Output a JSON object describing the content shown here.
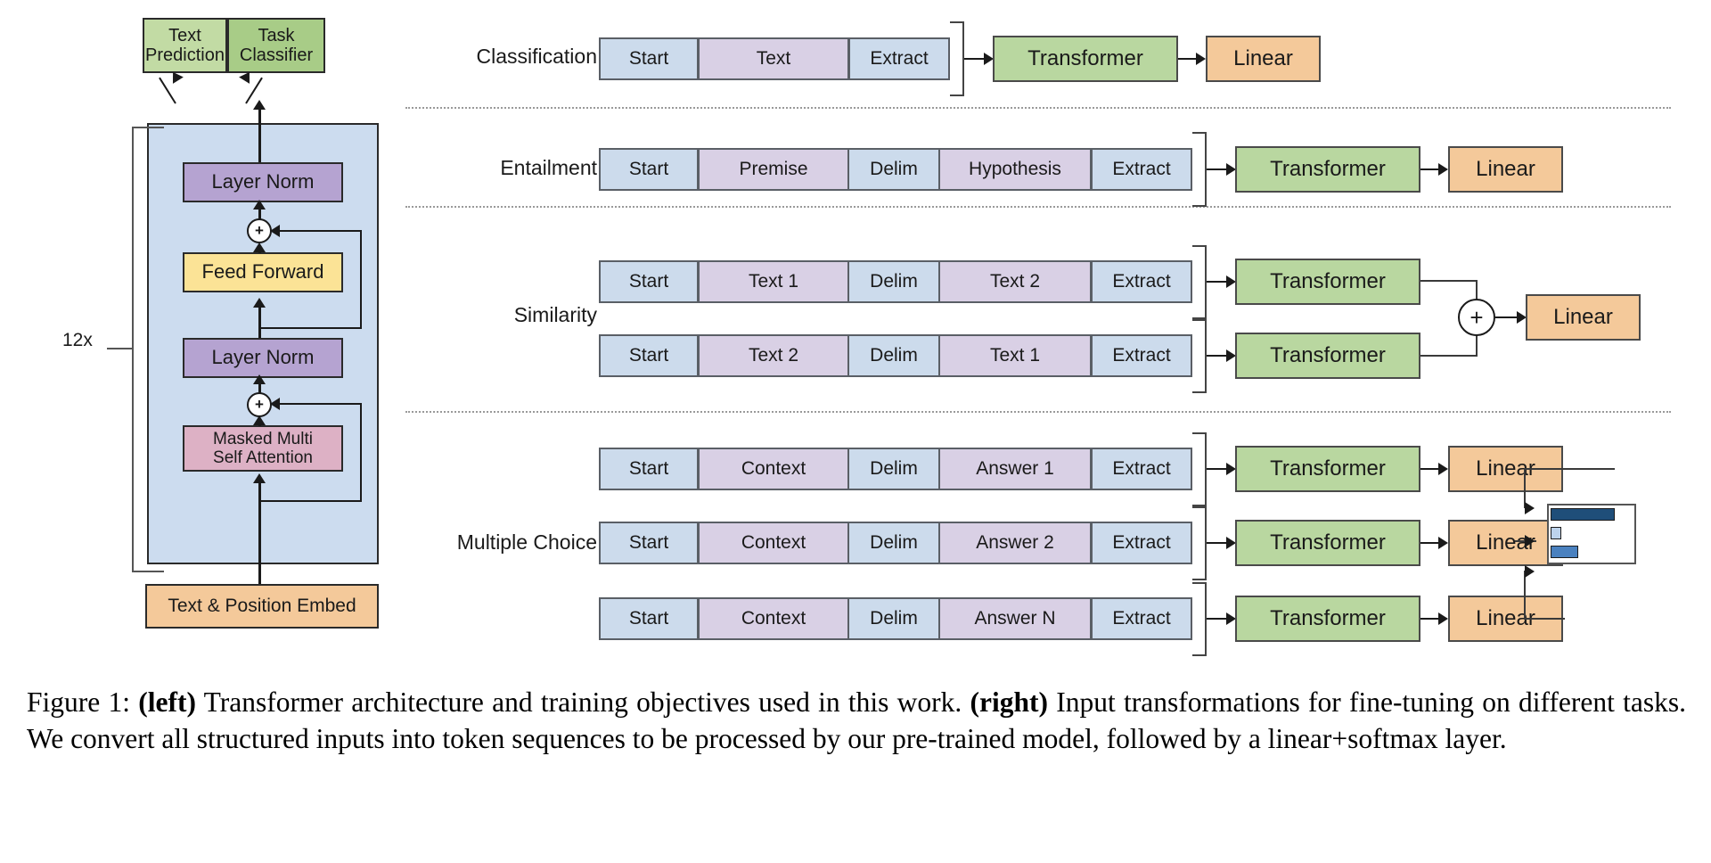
{
  "figure": {
    "caption_prefix": "Figure 1:",
    "caption_left_tag": "(left)",
    "caption_part1": " Transformer architecture and training objectives used in this work. ",
    "caption_right_tag": "(right)",
    "caption_part2": " Input transformations for fine-tuning on different tasks. We convert all structured inputs into token sequences to be processed by our pre-trained model, followed by a linear+softmax layer."
  },
  "left_diagram": {
    "heads": [
      {
        "label": "Text\nPrediction",
        "line1": "Text",
        "line2": "Prediction",
        "color": "#c2dba4"
      },
      {
        "label": "Task\nClassifier",
        "line1": "Task",
        "line2": "Classifier",
        "color": "#a8cc87"
      }
    ],
    "repeat_label": "12x",
    "blocks": [
      {
        "name": "layer-norm-top",
        "label": "Layer Norm",
        "color": "#b5a3d1"
      },
      {
        "name": "feed-forward",
        "label": "Feed Forward",
        "color": "#fbe396"
      },
      {
        "name": "layer-norm-bottom",
        "label": "Layer Norm",
        "color": "#b5a3d1"
      },
      {
        "name": "masked-multi-self-attention",
        "line1": "Masked Multi",
        "line2": "Self Attention",
        "color": "#ddb1c5"
      }
    ],
    "embedding": {
      "label": "Text & Position Embed",
      "color": "#f4c99a"
    },
    "residual_symbol": "+",
    "panel_color": "#ccdcef"
  },
  "right_diagram": {
    "transformer_label": "Transformer",
    "linear_label": "Linear",
    "sum_symbol": "+",
    "colors": {
      "start_extract_delim": "#ccdbec",
      "content": "#d9d0e5",
      "transformer": "#b9d7a0",
      "linear": "#f4c99a"
    },
    "tasks": [
      {
        "name": "classification",
        "label": "Classification",
        "sequences": [
          {
            "tokens": [
              {
                "text": "Start",
                "kind": "marker"
              },
              {
                "text": "Text",
                "kind": "content"
              },
              {
                "text": "Extract",
                "kind": "marker"
              }
            ]
          }
        ],
        "transformers": 1,
        "linears": 1,
        "combiner": "none"
      },
      {
        "name": "entailment",
        "label": "Entailment",
        "sequences": [
          {
            "tokens": [
              {
                "text": "Start",
                "kind": "marker"
              },
              {
                "text": "Premise",
                "kind": "content"
              },
              {
                "text": "Delim",
                "kind": "marker"
              },
              {
                "text": "Hypothesis",
                "kind": "content"
              },
              {
                "text": "Extract",
                "kind": "marker"
              }
            ]
          }
        ],
        "transformers": 1,
        "linears": 1,
        "combiner": "none"
      },
      {
        "name": "similarity",
        "label": "Similarity",
        "sequences": [
          {
            "tokens": [
              {
                "text": "Start",
                "kind": "marker"
              },
              {
                "text": "Text 1",
                "kind": "content"
              },
              {
                "text": "Delim",
                "kind": "marker"
              },
              {
                "text": "Text 2",
                "kind": "content"
              },
              {
                "text": "Extract",
                "kind": "marker"
              }
            ]
          },
          {
            "tokens": [
              {
                "text": "Start",
                "kind": "marker"
              },
              {
                "text": "Text 2",
                "kind": "content"
              },
              {
                "text": "Delim",
                "kind": "marker"
              },
              {
                "text": "Text 1",
                "kind": "content"
              },
              {
                "text": "Extract",
                "kind": "marker"
              }
            ]
          }
        ],
        "transformers": 2,
        "linears": 1,
        "combiner": "sum"
      },
      {
        "name": "multiple-choice",
        "label": "Multiple Choice",
        "sequences": [
          {
            "tokens": [
              {
                "text": "Start",
                "kind": "marker"
              },
              {
                "text": "Context",
                "kind": "content"
              },
              {
                "text": "Delim",
                "kind": "marker"
              },
              {
                "text": "Answer 1",
                "kind": "content"
              },
              {
                "text": "Extract",
                "kind": "marker"
              }
            ]
          },
          {
            "tokens": [
              {
                "text": "Start",
                "kind": "marker"
              },
              {
                "text": "Context",
                "kind": "content"
              },
              {
                "text": "Delim",
                "kind": "marker"
              },
              {
                "text": "Answer 2",
                "kind": "content"
              },
              {
                "text": "Extract",
                "kind": "marker"
              }
            ]
          },
          {
            "tokens": [
              {
                "text": "Start",
                "kind": "marker"
              },
              {
                "text": "Context",
                "kind": "content"
              },
              {
                "text": "Delim",
                "kind": "marker"
              },
              {
                "text": "Answer N",
                "kind": "content"
              },
              {
                "text": "Extract",
                "kind": "marker"
              }
            ]
          }
        ],
        "transformers": 3,
        "linears": 3,
        "combiner": "softmax-bars"
      }
    ],
    "softmax_bars": [
      {
        "value": 0.78,
        "color": "#1f4e79"
      },
      {
        "value": 0.13,
        "color": "#bdd3ec"
      },
      {
        "value": 0.33,
        "color": "#4a81bf"
      }
    ]
  }
}
